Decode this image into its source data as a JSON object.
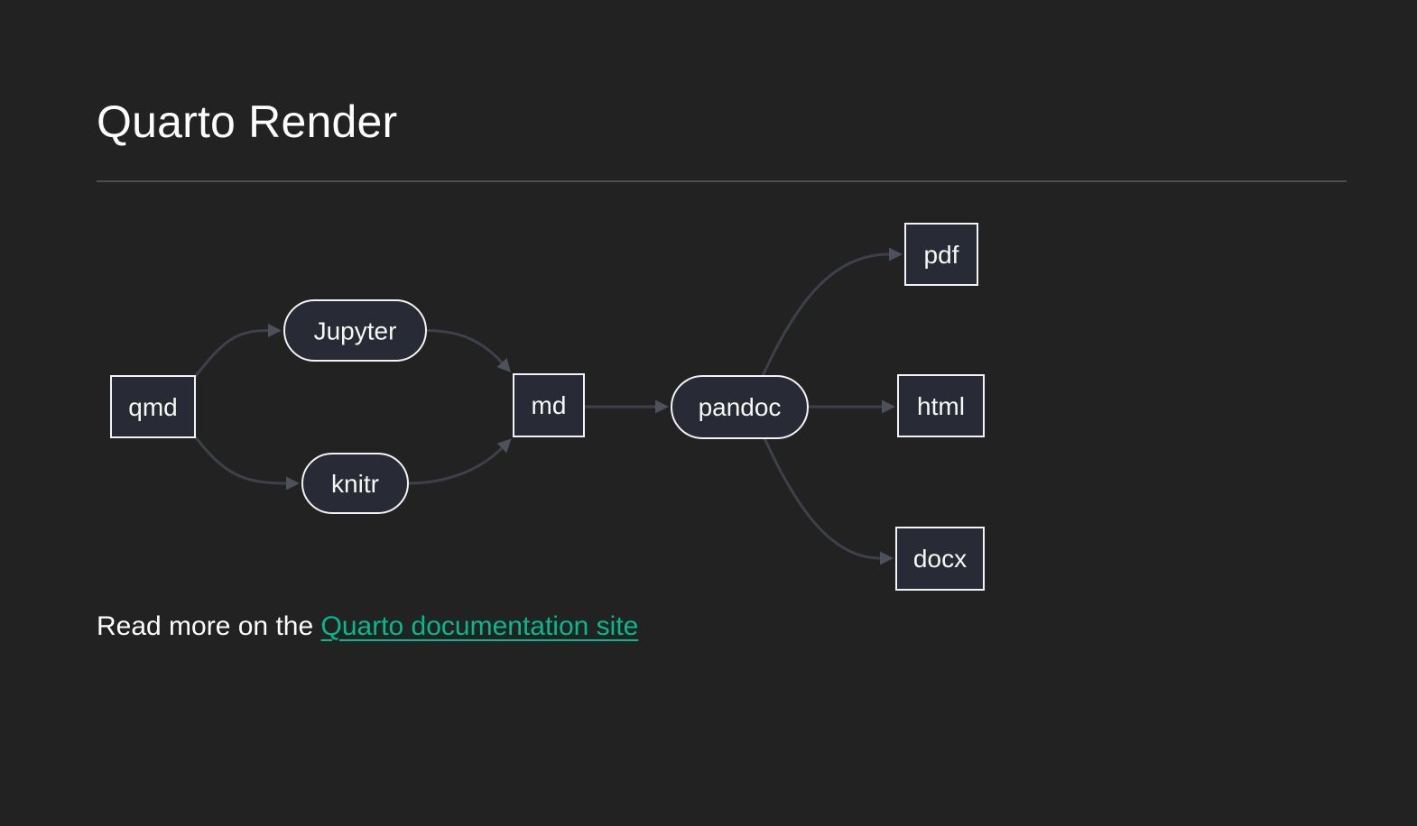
{
  "page": {
    "title": "Quarto Render",
    "background_color": "#222222",
    "text_color": "#ffffff"
  },
  "footer_text": {
    "prefix": "Read more on the ",
    "link_label": "Quarto documentation site",
    "link_color": "#00bc8c"
  },
  "diagram": {
    "type": "flowchart-left-to-right",
    "nodes": [
      {
        "id": "qmd",
        "label": "qmd",
        "shape": "rect"
      },
      {
        "id": "jupyter",
        "label": "Jupyter",
        "shape": "stadium"
      },
      {
        "id": "knitr",
        "label": "knitr",
        "shape": "stadium"
      },
      {
        "id": "md",
        "label": "md",
        "shape": "rect"
      },
      {
        "id": "pandoc",
        "label": "pandoc",
        "shape": "stadium"
      },
      {
        "id": "pdf",
        "label": "pdf",
        "shape": "rect"
      },
      {
        "id": "html",
        "label": "html",
        "shape": "rect"
      },
      {
        "id": "docx",
        "label": "docx",
        "shape": "rect"
      }
    ],
    "edges": [
      {
        "from": "qmd",
        "to": "jupyter"
      },
      {
        "from": "qmd",
        "to": "knitr"
      },
      {
        "from": "jupyter",
        "to": "md"
      },
      {
        "from": "knitr",
        "to": "md"
      },
      {
        "from": "md",
        "to": "pandoc"
      },
      {
        "from": "pandoc",
        "to": "pdf"
      },
      {
        "from": "pandoc",
        "to": "html"
      },
      {
        "from": "pandoc",
        "to": "docx"
      }
    ],
    "colors": {
      "node_fill": "#282a36",
      "node_border": "#f2f3f4",
      "node_text": "#f8f8f2",
      "edge_stroke": "#3e414a",
      "arrowhead_fill": "#4d515c"
    }
  }
}
